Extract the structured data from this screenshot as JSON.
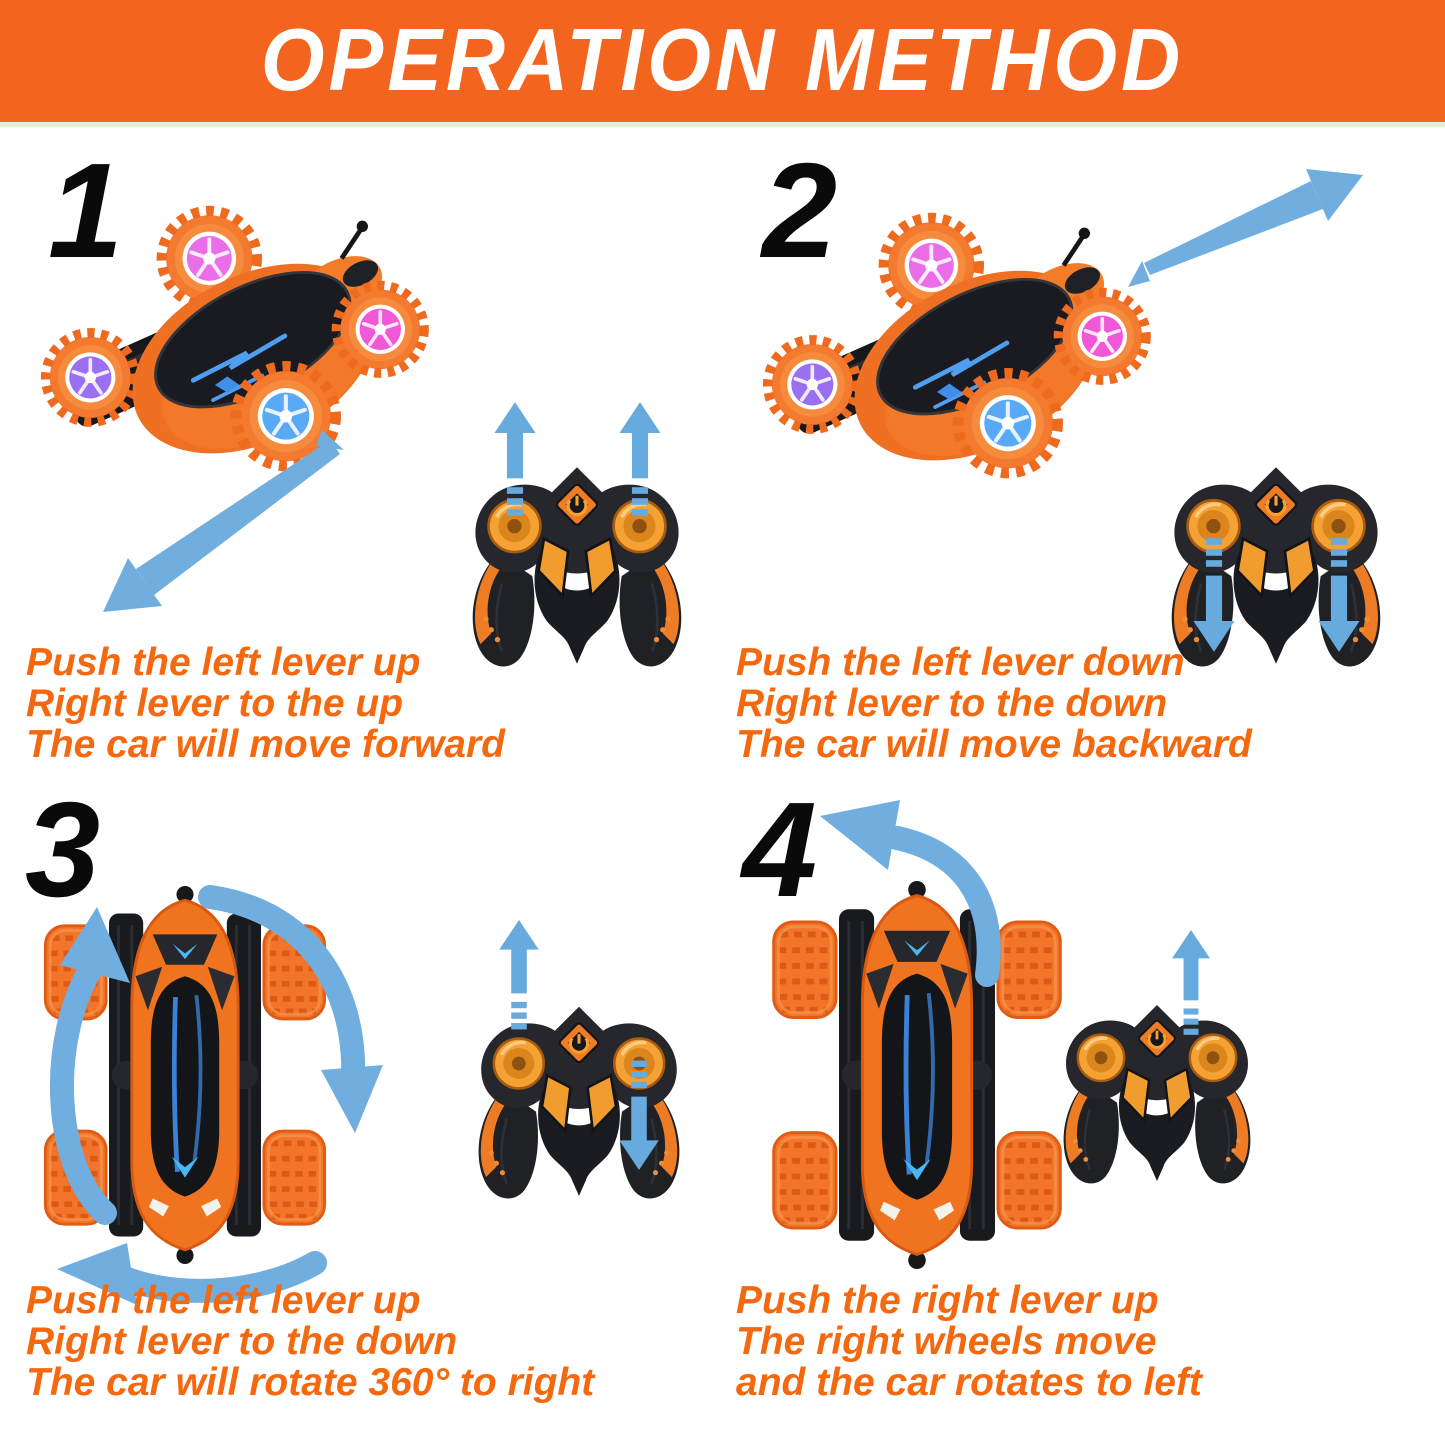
{
  "banner": {
    "title": "OPERATION METHOD"
  },
  "colors": {
    "banner_background": "#F3641E",
    "banner_text": "#FFFFFF",
    "instruction_text": "#F4690F",
    "step_number": "#0A0A0A",
    "arrow_blue": "#6FAEDE",
    "car_body_orange": "#EF7022",
    "controller_body": "#26272C",
    "controller_accent": "#EE7C25"
  },
  "steps": [
    {
      "number": "1",
      "lines": [
        "Push the left lever up",
        "Right lever to the up",
        "The car will move forward"
      ],
      "car_view": "side",
      "car_motion_arrow": "down-left",
      "left_lever_arrow": "up",
      "right_lever_arrow": "up"
    },
    {
      "number": "2",
      "lines": [
        "Push the left lever down",
        "Right lever to the down",
        "The car will move backward"
      ],
      "car_view": "side",
      "car_motion_arrow": "up-right",
      "left_lever_arrow": "down",
      "right_lever_arrow": "down"
    },
    {
      "number": "3",
      "lines": [
        "Push the left lever up",
        "Right lever to the down",
        "The car will rotate 360° to right"
      ],
      "car_view": "top",
      "car_motion_arrow": "rotate-clockwise",
      "left_lever_arrow": "up",
      "right_lever_arrow": "down"
    },
    {
      "number": "4",
      "lines": [
        "Push the right lever up",
        "The right wheels move",
        "and the car rotates to left"
      ],
      "car_view": "top",
      "car_motion_arrow": "curve-up-left",
      "left_lever_arrow": null,
      "right_lever_arrow": "up"
    }
  ]
}
